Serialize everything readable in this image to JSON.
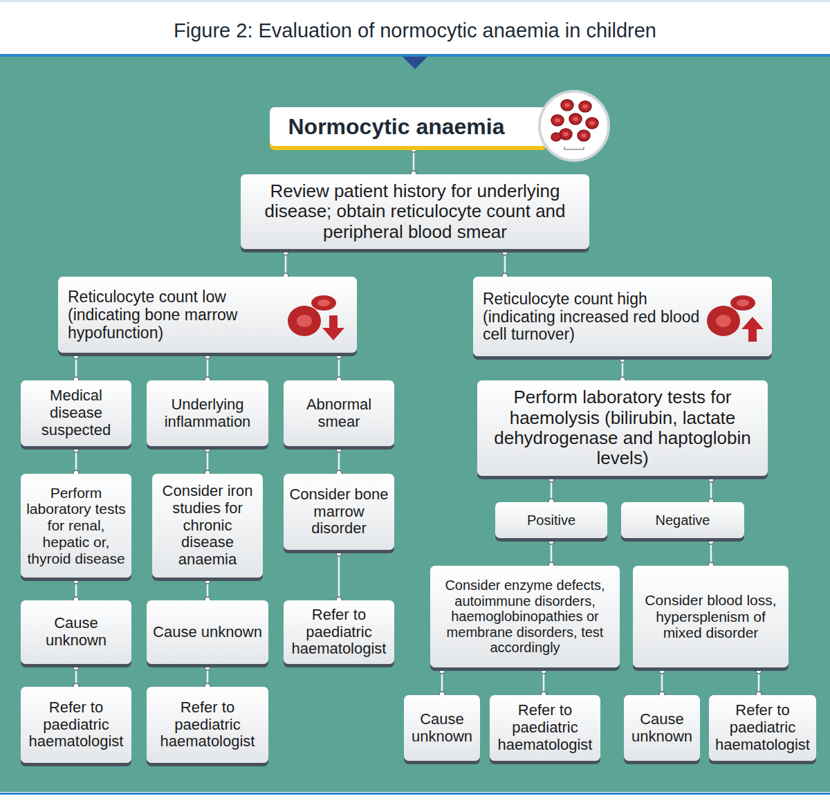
{
  "diagram": {
    "title": "Figure 2: Evaluation of normocytic anaemia in children",
    "nodes": [
      {
        "text": [
          "Normocytic anaemia"
        ]
      },
      {
        "text": [
          "Review patient history for underlying disease; obtain reticulocyte count and peripheral blood smear"
        ]
      },
      {
        "text": [
          "Reticulocyte count low (indicating bone marrow hypofunction)"
        ]
      },
      {
        "text": [
          "Reticulocyte count high (indicating increased red blood cell turnover)"
        ]
      },
      {
        "text": [
          "Medical disease suspected"
        ]
      },
      {
        "text": [
          "Underlying inflammation"
        ]
      },
      {
        "text": [
          "Abnormal smear"
        ]
      },
      {
        "text": [
          "Perform laboratory tests for haemolysis (bilirubin, lactate dehydrogenase and haptoglobin levels)"
        ]
      },
      {
        "text": [
          "Perform laboratory tests for renal, hepatic or, thyroid disease"
        ]
      },
      {
        "text": [
          "Consider iron studies for chronic disease anaemia"
        ]
      },
      {
        "text": [
          "Consider bone marrow disorder"
        ]
      },
      {
        "text": [
          "Positive"
        ]
      },
      {
        "text": [
          "Negative"
        ]
      },
      {
        "text": [
          "Cause unknown"
        ]
      },
      {
        "text": [
          "Cause unknown"
        ]
      },
      {
        "text": [
          "Refer to paediatric haematologist"
        ]
      },
      {
        "text": [
          "Consider enzyme defects, autoimmune disorders, haemoglobinopathies or membrane disorders, test accordingly"
        ]
      },
      {
        "text": [
          "Consider blood loss, hypersplenism of mixed disorder"
        ]
      },
      {
        "text": [
          "Refer to paediatric haematologist"
        ]
      },
      {
        "text": [
          "Refer to paediatric haematologist"
        ]
      },
      {
        "text": [
          "Cause unknown"
        ]
      },
      {
        "text": [
          "Refer to paediatric haematologist"
        ]
      },
      {
        "text": [
          "Cause unknown"
        ]
      },
      {
        "text": [
          "Refer to paediatric haematologist"
        ]
      }
    ],
    "edges": [
      {
        "from": 0,
        "to": 1,
        "arrow": "none"
      },
      {
        "from": 1,
        "to": 2,
        "arrow": "none"
      },
      {
        "from": 1,
        "to": 3,
        "arrow": "none"
      },
      {
        "from": 2,
        "to": 4,
        "arrow": "none"
      },
      {
        "from": 2,
        "to": 5,
        "arrow": "none"
      },
      {
        "from": 2,
        "to": 6,
        "arrow": "none"
      },
      {
        "from": 3,
        "to": 7,
        "arrow": "none"
      },
      {
        "from": 4,
        "to": 8,
        "arrow": "none"
      },
      {
        "from": 5,
        "to": 9,
        "arrow": "none"
      },
      {
        "from": 6,
        "to": 10,
        "arrow": "none"
      },
      {
        "from": 7,
        "to": 11,
        "arrow": "none"
      },
      {
        "from": 7,
        "to": 12,
        "arrow": "none"
      },
      {
        "from": 8,
        "to": 13,
        "arrow": "none"
      },
      {
        "from": 9,
        "to": 14,
        "arrow": "none"
      },
      {
        "from": 10,
        "to": 15,
        "arrow": "none"
      },
      {
        "from": 11,
        "to": 16,
        "arrow": "none"
      },
      {
        "from": 12,
        "to": 17,
        "arrow": "none"
      },
      {
        "from": 13,
        "to": 18,
        "arrow": "none"
      },
      {
        "from": 14,
        "to": 19,
        "arrow": "none"
      },
      {
        "from": 16,
        "to": 20,
        "arrow": "none"
      },
      {
        "from": 16,
        "to": 21,
        "arrow": "none"
      },
      {
        "from": 17,
        "to": 22,
        "arrow": "none"
      },
      {
        "from": 17,
        "to": 23,
        "arrow": "none"
      }
    ]
  }
}
